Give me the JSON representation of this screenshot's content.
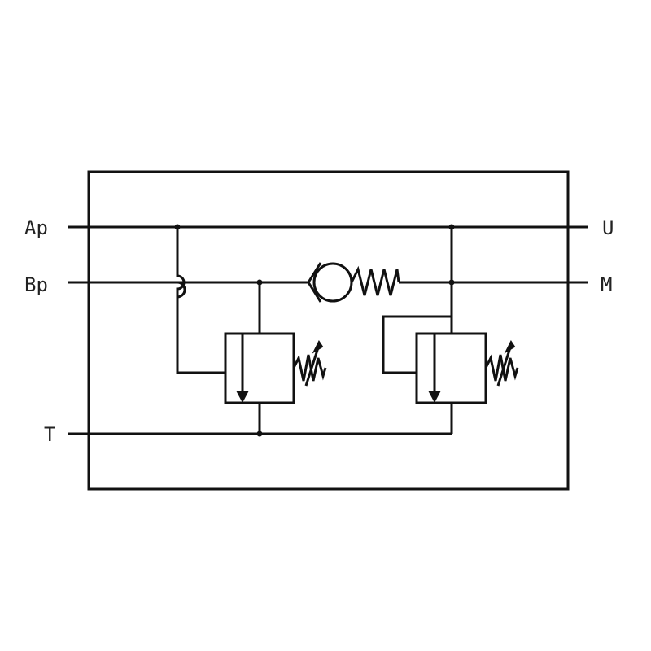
{
  "ports": {
    "ap": "Ap",
    "bp": "Bp",
    "t": "T",
    "u": "U",
    "m": "M"
  },
  "colors": {
    "line": "#111111",
    "background": "#ffffff",
    "label": "#222222"
  },
  "components": {
    "check_valve": "check-valve-with-spring",
    "relief_valve_left": "adjustable-relief-valve",
    "relief_valve_right": "adjustable-relief-valve"
  }
}
